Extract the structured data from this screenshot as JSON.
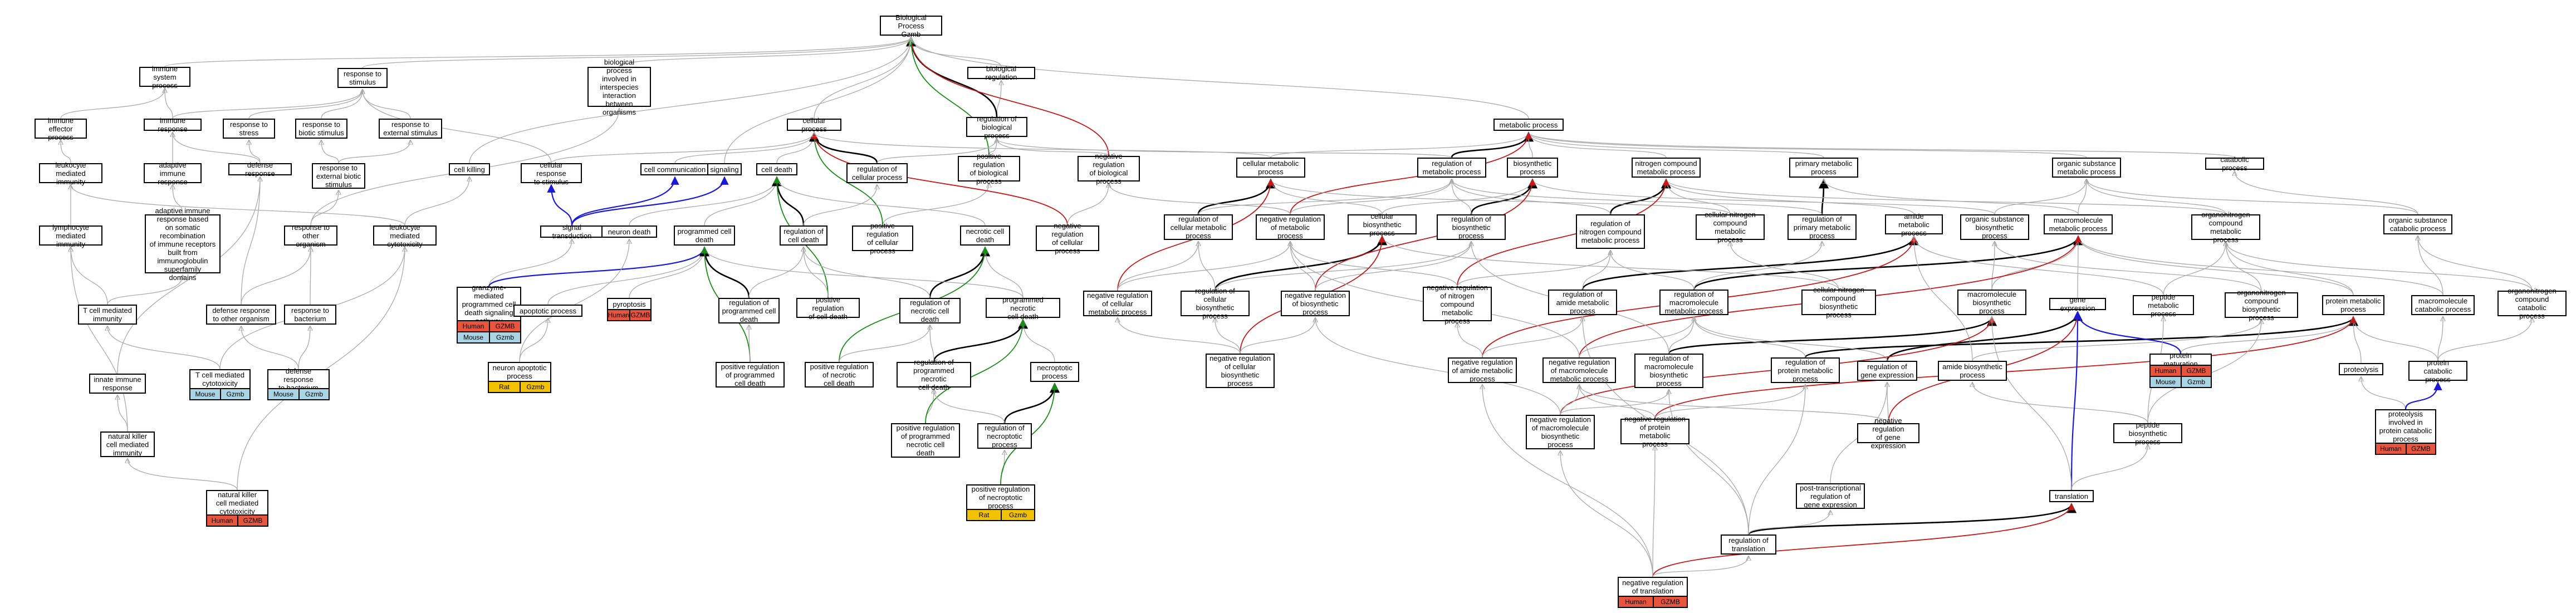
{
  "graph": {
    "nodes": [
      {
        "id": "bp",
        "label": "Biological Process\nGzmb"
      },
      {
        "id": "bioreg",
        "label": "biological regulation"
      },
      {
        "id": "regbio",
        "label": "regulation of\nbiological process"
      },
      {
        "id": "negregbio",
        "label": "negative regulation\nof biological\nprocess"
      },
      {
        "id": "posregbio",
        "label": "positive regulation\nof biological\nprocess"
      },
      {
        "id": "interspecies",
        "label": "biological process\ninvolved in\ninterspecies\ninteraction\nbetween organisms"
      },
      {
        "id": "immsys",
        "label": "immune system\nprocess"
      },
      {
        "id": "resp",
        "label": "response to\nstimulus"
      },
      {
        "id": "immeff",
        "label": "immune effector\nprocess"
      },
      {
        "id": "immresp",
        "label": "immune response"
      },
      {
        "id": "respstress",
        "label": "response to\nstress"
      },
      {
        "id": "respbiotic",
        "label": "response to\nbiotic stimulus"
      },
      {
        "id": "respext",
        "label": "response to\nexternal stimulus"
      },
      {
        "id": "leukimm",
        "label": "leukocyte mediated\nimmunity"
      },
      {
        "id": "adaptive",
        "label": "adaptive immune\nresponse"
      },
      {
        "id": "defense",
        "label": "defense response"
      },
      {
        "id": "respextbiotic",
        "label": "response to\nexternal biotic\nstimulus"
      },
      {
        "id": "cellkill",
        "label": "cell killing"
      },
      {
        "id": "cellresp",
        "label": "cellular response\nto stimulus"
      },
      {
        "id": "cellcomm",
        "label": "cell communication"
      },
      {
        "id": "signaling",
        "label": "signaling"
      },
      {
        "id": "lymphimm",
        "label": "lymphocyte mediated\nimmunity"
      },
      {
        "id": "adaptive2",
        "label": "adaptive immune\nresponse based\non somatic recombination\nof immune receptors\nbuilt from immunoglobulin\nsuperfamily\ndomains"
      },
      {
        "id": "resporg",
        "label": "response to\nother organism"
      },
      {
        "id": "leukcyto",
        "label": "leukocyte mediated\ncytotoxicity"
      },
      {
        "id": "sigtrans",
        "label": "signal transduction"
      },
      {
        "id": "tcellimm",
        "label": "T cell mediated\nimmunity"
      },
      {
        "id": "defenseorg",
        "label": "defense response\nto other organism"
      },
      {
        "id": "respbact",
        "label": "response to\nbacterium"
      },
      {
        "id": "granzyme",
        "label": "granzyme-mediated\nprogrammed cell\ndeath signaling\npathway"
      },
      {
        "id": "innate",
        "label": "innate immune\nresponse"
      },
      {
        "id": "tcellcyto",
        "label": "T cell mediated\ncytotoxicity"
      },
      {
        "id": "defensebact",
        "label": "defense response\nto bacterium"
      },
      {
        "id": "nkimm",
        "label": "natural killer\ncell mediated\nimmunity"
      },
      {
        "id": "nkcyto",
        "label": "natural killer\ncell mediated\ncytotoxicity"
      },
      {
        "id": "cellproc",
        "label": "cellular process"
      },
      {
        "id": "celldeath",
        "label": "cell death"
      },
      {
        "id": "regcellproc",
        "label": "regulation of\ncellular process"
      },
      {
        "id": "neurondeath",
        "label": "neuron death"
      },
      {
        "id": "pcd",
        "label": "programmed cell\ndeath"
      },
      {
        "id": "regcelldeath",
        "label": "regulation of\ncell death"
      },
      {
        "id": "posregcellproc",
        "label": "positive regulation\nof cellular\nprocess"
      },
      {
        "id": "necrotic",
        "label": "necrotic cell\ndeath"
      },
      {
        "id": "negregcellproc",
        "label": "negative regulation\nof cellular\nprocess"
      },
      {
        "id": "pyroptosis",
        "label": "pyroptosis"
      },
      {
        "id": "apoptotic",
        "label": "apoptotic process"
      },
      {
        "id": "regpcd",
        "label": "regulation of\nprogrammed cell\ndeath"
      },
      {
        "id": "posregcelldeath",
        "label": "positive regulation\nof cell death"
      },
      {
        "id": "regnecrotic",
        "label": "regulation of\nnecrotic cell\ndeath"
      },
      {
        "id": "pnd",
        "label": "programmed necrotic\ncell death"
      },
      {
        "id": "neuronapop",
        "label": "neuron apoptotic\nprocess"
      },
      {
        "id": "posregpcd",
        "label": "positive regulation\nof programmed\ncell death"
      },
      {
        "id": "posregnecrotic",
        "label": "positive regulation\nof necrotic\ncell death"
      },
      {
        "id": "regpnd",
        "label": "regulation of\nprogrammed necrotic\ncell death"
      },
      {
        "id": "necroptotic",
        "label": "necroptotic\nprocess"
      },
      {
        "id": "posregpnd",
        "label": "positive regulation\nof programmed\nnecrotic cell\ndeath"
      },
      {
        "id": "regnecroptotic",
        "label": "regulation of\nnecroptotic\nprocess"
      },
      {
        "id": "posregnecroptotic",
        "label": "positive regulation\nof necroptotic\nprocess"
      },
      {
        "id": "metab",
        "label": "metabolic process"
      },
      {
        "id": "cellmetab",
        "label": "cellular metabolic\nprocess"
      },
      {
        "id": "regmetab",
        "label": "regulation of\nmetabolic process"
      },
      {
        "id": "biosynth",
        "label": "biosynthetic\nprocess"
      },
      {
        "id": "nitrometab",
        "label": "nitrogen compound\nmetabolic process"
      },
      {
        "id": "primmetab",
        "label": "primary metabolic\nprocess"
      },
      {
        "id": "orgsubmetab",
        "label": "organic substance\nmetabolic process"
      },
      {
        "id": "catabolic",
        "label": "catabolic process"
      },
      {
        "id": "regcellmetab",
        "label": "regulation of\ncellular metabolic\nprocess"
      },
      {
        "id": "negregmetab",
        "label": "negative regulation\nof metabolic\nprocess"
      },
      {
        "id": "cellbiosynth",
        "label": "cellular biosynthetic\nprocess"
      },
      {
        "id": "regbiosynth",
        "label": "regulation of\nbiosynthetic\nprocess"
      },
      {
        "id": "regnitro",
        "label": "regulation of\nnitrogen compound\nmetabolic process"
      },
      {
        "id": "cellnitro",
        "label": "cellular nitrogen\ncompound metabolic\nprocess"
      },
      {
        "id": "regprim",
        "label": "regulation of\nprimary metabolic\nprocess"
      },
      {
        "id": "amide",
        "label": "amide metabolic\nprocess"
      },
      {
        "id": "orgsubbio",
        "label": "organic substance\nbiosynthetic\nprocess"
      },
      {
        "id": "macromol",
        "label": "macromolecule\nmetabolic process"
      },
      {
        "id": "organonitro",
        "label": "organonitrogen\ncompound metabolic\nprocess"
      },
      {
        "id": "orgsubcat",
        "label": "organic substance\ncatabolic process"
      },
      {
        "id": "negregcellmetab",
        "label": "negative regulation\nof cellular\nmetabolic process"
      },
      {
        "id": "regcellbio",
        "label": "regulation of\ncellular biosynthetic\nprocess"
      },
      {
        "id": "negregbiosynth",
        "label": "negative regulation\nof biosynthetic\nprocess"
      },
      {
        "id": "negregnitro",
        "label": "negative regulation\nof nitrogen\ncompound metabolic\nprocess"
      },
      {
        "id": "regamide",
        "label": "regulation of\namide metabolic\nprocess"
      },
      {
        "id": "regmacro",
        "label": "regulation of\nmacromolecule\nmetabolic process"
      },
      {
        "id": "cellnitrobio",
        "label": "cellular nitrogen\ncompound biosynthetic\nprocess"
      },
      {
        "id": "macrobio",
        "label": "macromolecule\nbiosynthetic\nprocess"
      },
      {
        "id": "geneexpr",
        "label": "gene expression"
      },
      {
        "id": "peptidemetab",
        "label": "peptide metabolic\nprocess"
      },
      {
        "id": "organobio",
        "label": "organonitrogen\ncompound biosynthetic\nprocess"
      },
      {
        "id": "protmetab",
        "label": "protein metabolic\nprocess"
      },
      {
        "id": "macrocat",
        "label": "macromolecule\ncatabolic process"
      },
      {
        "id": "organocat",
        "label": "organonitrogen\ncompound catabolic\nprocess"
      },
      {
        "id": "negregcellbio",
        "label": "negative regulation\nof cellular\nbiosynthetic\nprocess"
      },
      {
        "id": "negregamide",
        "label": "negative regulation\nof amide metabolic\nprocess"
      },
      {
        "id": "negregmacro",
        "label": "negative regulation\nof macromolecule\nmetabolic process"
      },
      {
        "id": "regmacrobio",
        "label": "regulation of\nmacromolecule\nbiosynthetic\nprocess"
      },
      {
        "id": "regprotmetab",
        "label": "regulation of\nprotein metabolic\nprocess"
      },
      {
        "id": "reggeneexpr",
        "label": "regulation of\ngene expression"
      },
      {
        "id": "amidebio",
        "label": "amide biosynthetic\nprocess"
      },
      {
        "id": "protmat",
        "label": "protein maturation"
      },
      {
        "id": "proteolysis",
        "label": "proteolysis"
      },
      {
        "id": "protcat",
        "label": "protein catabolic\nprocess"
      },
      {
        "id": "negregmacrobio",
        "label": "negative regulation\nof macromolecule\nbiosynthetic\nprocess"
      },
      {
        "id": "negregprotmetab",
        "label": "negative regulation\nof protein metabolic\nprocess"
      },
      {
        "id": "negreggeneexpr",
        "label": "negative regulation\nof gene expression"
      },
      {
        "id": "peptidebio",
        "label": "peptide biosynthetic\nprocess"
      },
      {
        "id": "proteolysiscat",
        "label": "proteolysis\ninvolved in\nprotein catabolic\nprocess"
      },
      {
        "id": "posttrans",
        "label": "post-transcriptional\nregulation of\ngene expression"
      },
      {
        "id": "translation",
        "label": "translation"
      },
      {
        "id": "regtrans",
        "label": "regulation of\ntranslation"
      },
      {
        "id": "negregtrans",
        "label": "negative regulation\nof translation"
      }
    ],
    "tags": [
      {
        "node": "granzyme",
        "items": [
          [
            "Human",
            "GZMB"
          ],
          [
            "Mouse",
            "Gzmb"
          ]
        ]
      },
      {
        "node": "pyroptosis",
        "items": [
          [
            "Human",
            "GZMB"
          ]
        ]
      },
      {
        "node": "tcellcyto",
        "items": [
          [
            "Mouse",
            "Gzmb"
          ]
        ]
      },
      {
        "node": "defensebact",
        "items": [
          [
            "Mouse",
            "Gzmb"
          ]
        ]
      },
      {
        "node": "nkcyto",
        "items": [
          [
            "Human",
            "GZMB"
          ]
        ]
      },
      {
        "node": "neuronapop",
        "items": [
          [
            "Rat",
            "Gzmb"
          ]
        ]
      },
      {
        "node": "posregnecroptotic",
        "items": [
          [
            "Rat",
            "Gzmb"
          ]
        ]
      },
      {
        "node": "protmat",
        "items": [
          [
            "Human",
            "GZMB"
          ],
          [
            "Mouse",
            "Gzmb"
          ]
        ]
      },
      {
        "node": "proteolysiscat",
        "items": [
          [
            "Human",
            "GZMB"
          ]
        ]
      },
      {
        "node": "negregtrans",
        "items": [
          [
            "Human",
            "GZMB"
          ]
        ]
      }
    ],
    "edge_colors": {
      "is_a": "#aaaaaa",
      "part_of": "#000000",
      "regulates": "#000000",
      "pos": "#1a8c1a",
      "neg": "#c41a1a",
      "occurs": "#1a1ad6"
    },
    "tag_colors": {
      "Human": "#e8553f",
      "Mouse": "#a9d4e4",
      "Rat": "#f2c200"
    }
  }
}
